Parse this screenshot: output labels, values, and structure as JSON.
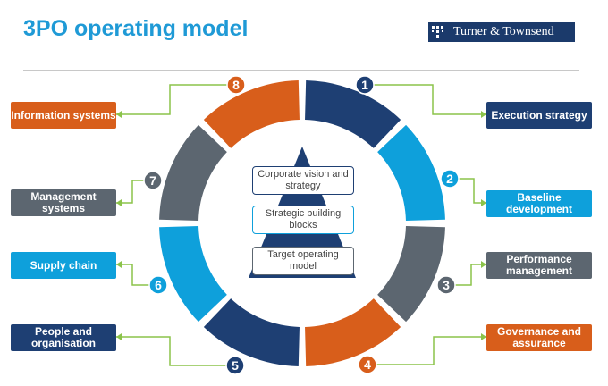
{
  "title": "3PO operating model",
  "logo": {
    "text": "Turner & Townsend"
  },
  "colors": {
    "navy": "#1e3f73",
    "blue": "#0ea0db",
    "grey": "#5c6670",
    "orange": "#d85e1b",
    "connector": "#8bc34a"
  },
  "pyramid": {
    "top": "Corporate vision and strategy",
    "middle": "Strategic building blocks",
    "bottom": "Target operating model"
  },
  "items": [
    {
      "num": "1",
      "label": "Execution strategy",
      "color": "navy"
    },
    {
      "num": "2",
      "label": "Baseline development",
      "color": "blue"
    },
    {
      "num": "3",
      "label": "Performance management",
      "color": "grey"
    },
    {
      "num": "4",
      "label": "Governance and assurance",
      "color": "orange"
    },
    {
      "num": "5",
      "label": "People and organisation",
      "color": "navy"
    },
    {
      "num": "6",
      "label": "Supply chain",
      "color": "blue"
    },
    {
      "num": "7",
      "label": "Management systems",
      "color": "grey"
    },
    {
      "num": "8",
      "label": "Information systems",
      "color": "orange"
    }
  ]
}
